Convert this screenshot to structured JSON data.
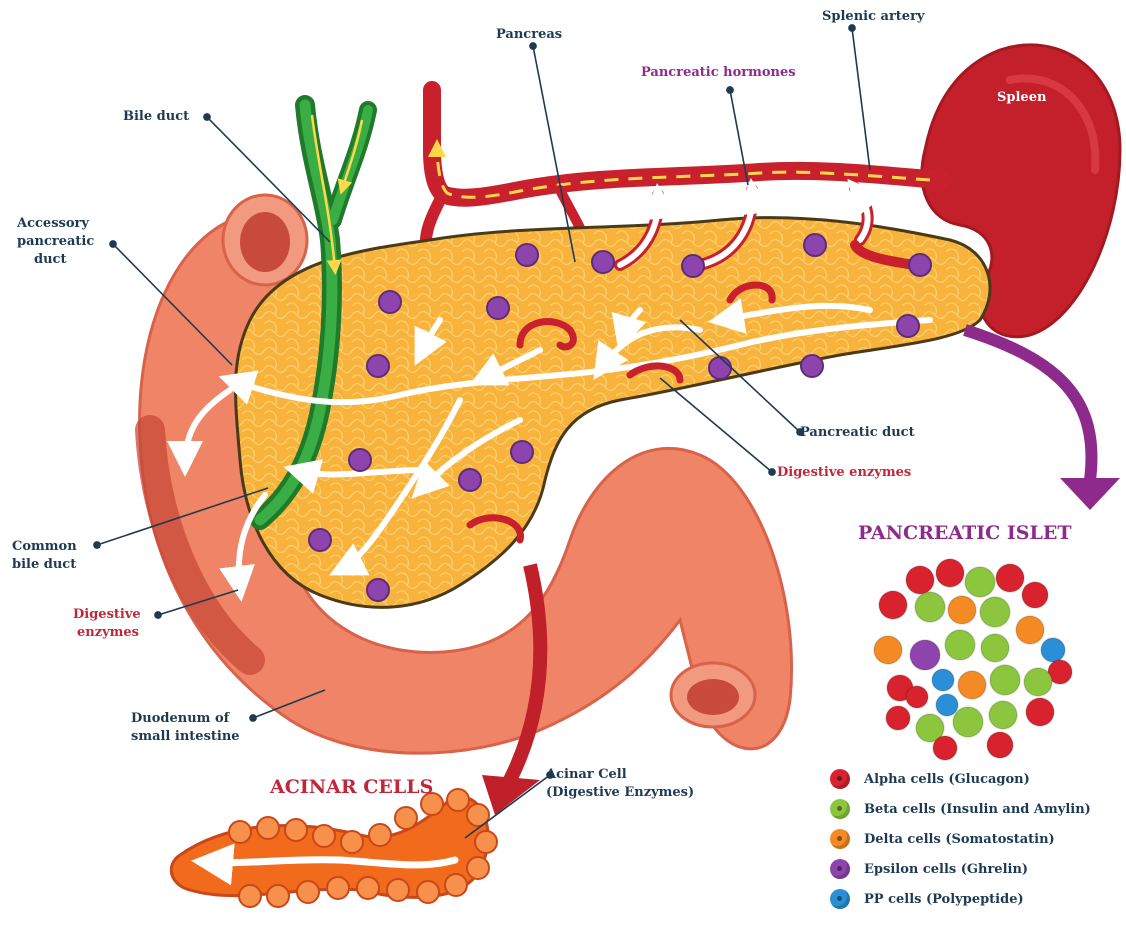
{
  "labels": {
    "splenic_artery": "Splenic artery",
    "pancreas": "Pancreas",
    "pancreatic_hormones": "Pancreatic hormones",
    "spleen": "Spleen",
    "bile_duct": "Bile duct",
    "accessory_duct_line1": "Accessory",
    "accessory_duct_line2": "pancreatic",
    "accessory_duct_line3": "duct",
    "pancreatic_duct": "Pancreatic duct",
    "digestive_enzymes_right": "Digestive enzymes",
    "common_bile_duct_line1": "Common",
    "common_bile_duct_line2": "bile duct",
    "digestive_enzymes_left_line1": "Digestive",
    "digestive_enzymes_left_line2": "enzymes",
    "duodenum_line1": "Duodenum of",
    "duodenum_line2": "small intestine",
    "acinar_cell_line1": "Acinar Cell",
    "acinar_cell_line2": "(Digestive Enzymes)"
  },
  "titles": {
    "pancreatic_islet": "PANCREATIC ISLET",
    "acinar_cells": "ACINAR CELLS"
  },
  "legend": [
    {
      "label": "Alpha cells (Glucagon)",
      "color": "#d8232e"
    },
    {
      "label": "Beta cells (Insulin and Amylin)",
      "color": "#8cc63f"
    },
    {
      "label": "Delta cells (Somatostatin)",
      "color": "#f48a24"
    },
    {
      "label": "Epsilon cells (Ghrelin)",
      "color": "#8e44ad"
    },
    {
      "label": "PP cells (Polypeptide)",
      "color": "#2a8fd6"
    }
  ],
  "colors": {
    "pancreas": "#f7b23b",
    "intestine": "#f08466",
    "bile_duct": "#2e9e3a",
    "artery": "#c8202c",
    "spleen": "#c4202b",
    "acinar": "#f26a1b",
    "islet_arrow": "#8e2a8c",
    "acinar_arrow": "#c0202a"
  }
}
